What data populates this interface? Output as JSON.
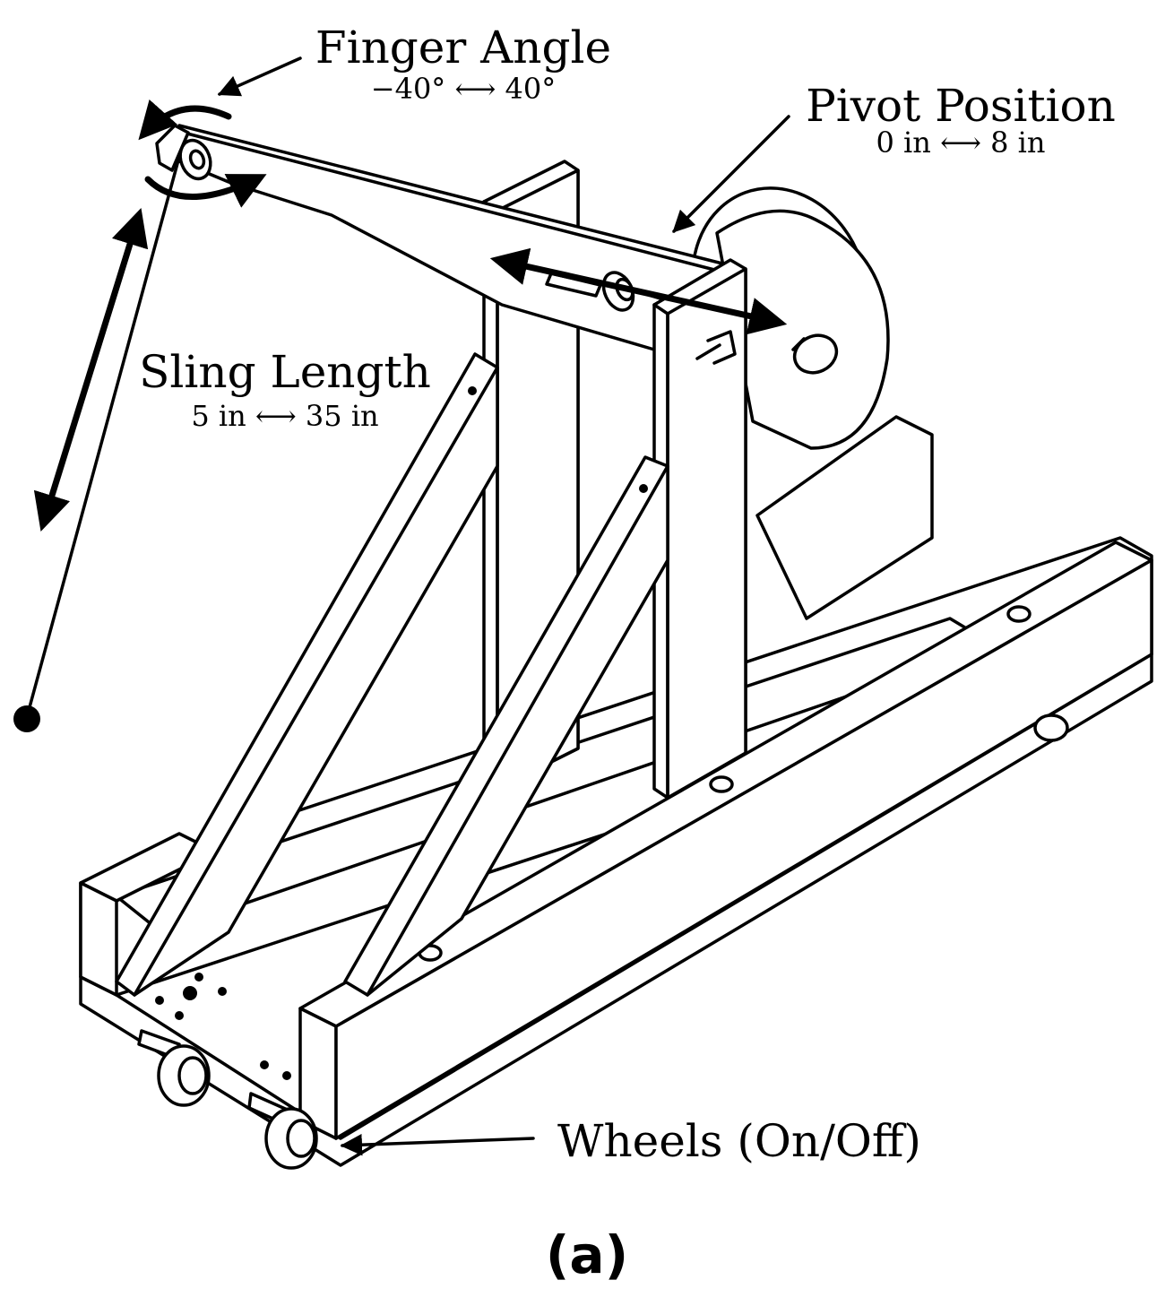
{
  "labels": {
    "finger_angle": {
      "title": "Finger Angle",
      "range": "−40° ⟷ 40°"
    },
    "pivot_position": {
      "title": "Pivot Position",
      "range": "0 in ⟷ 8 in"
    },
    "sling_length": {
      "title": "Sling Length",
      "range": "5 in ⟷ 35 in"
    },
    "wheels": {
      "title": "Wheels (On/Off)"
    }
  },
  "panel_label": "(a)",
  "colors": {
    "ink": "#000000",
    "paper": "#ffffff"
  }
}
